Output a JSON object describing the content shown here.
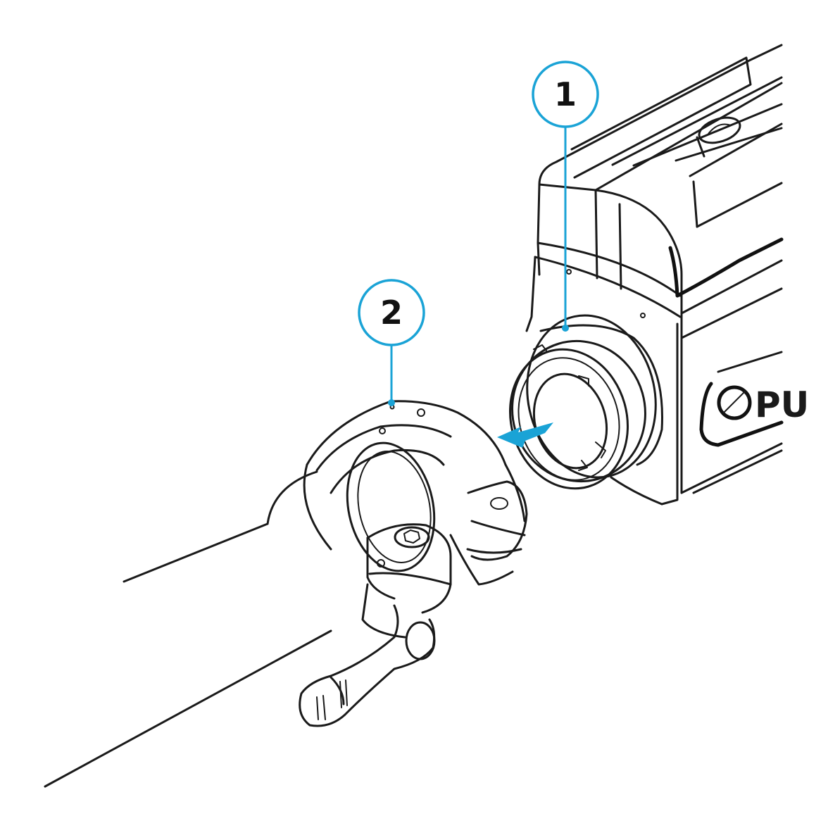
{
  "diagram": {
    "accent_color": "#1aa3d6",
    "ink_color": "#1a1a1a",
    "callouts": [
      {
        "label": "1",
        "target": "device-lens-mount"
      },
      {
        "label": "2",
        "target": "adapter-ring"
      }
    ],
    "device_brand_text": "PU",
    "arrow_icon": "arrow-left-icon"
  }
}
